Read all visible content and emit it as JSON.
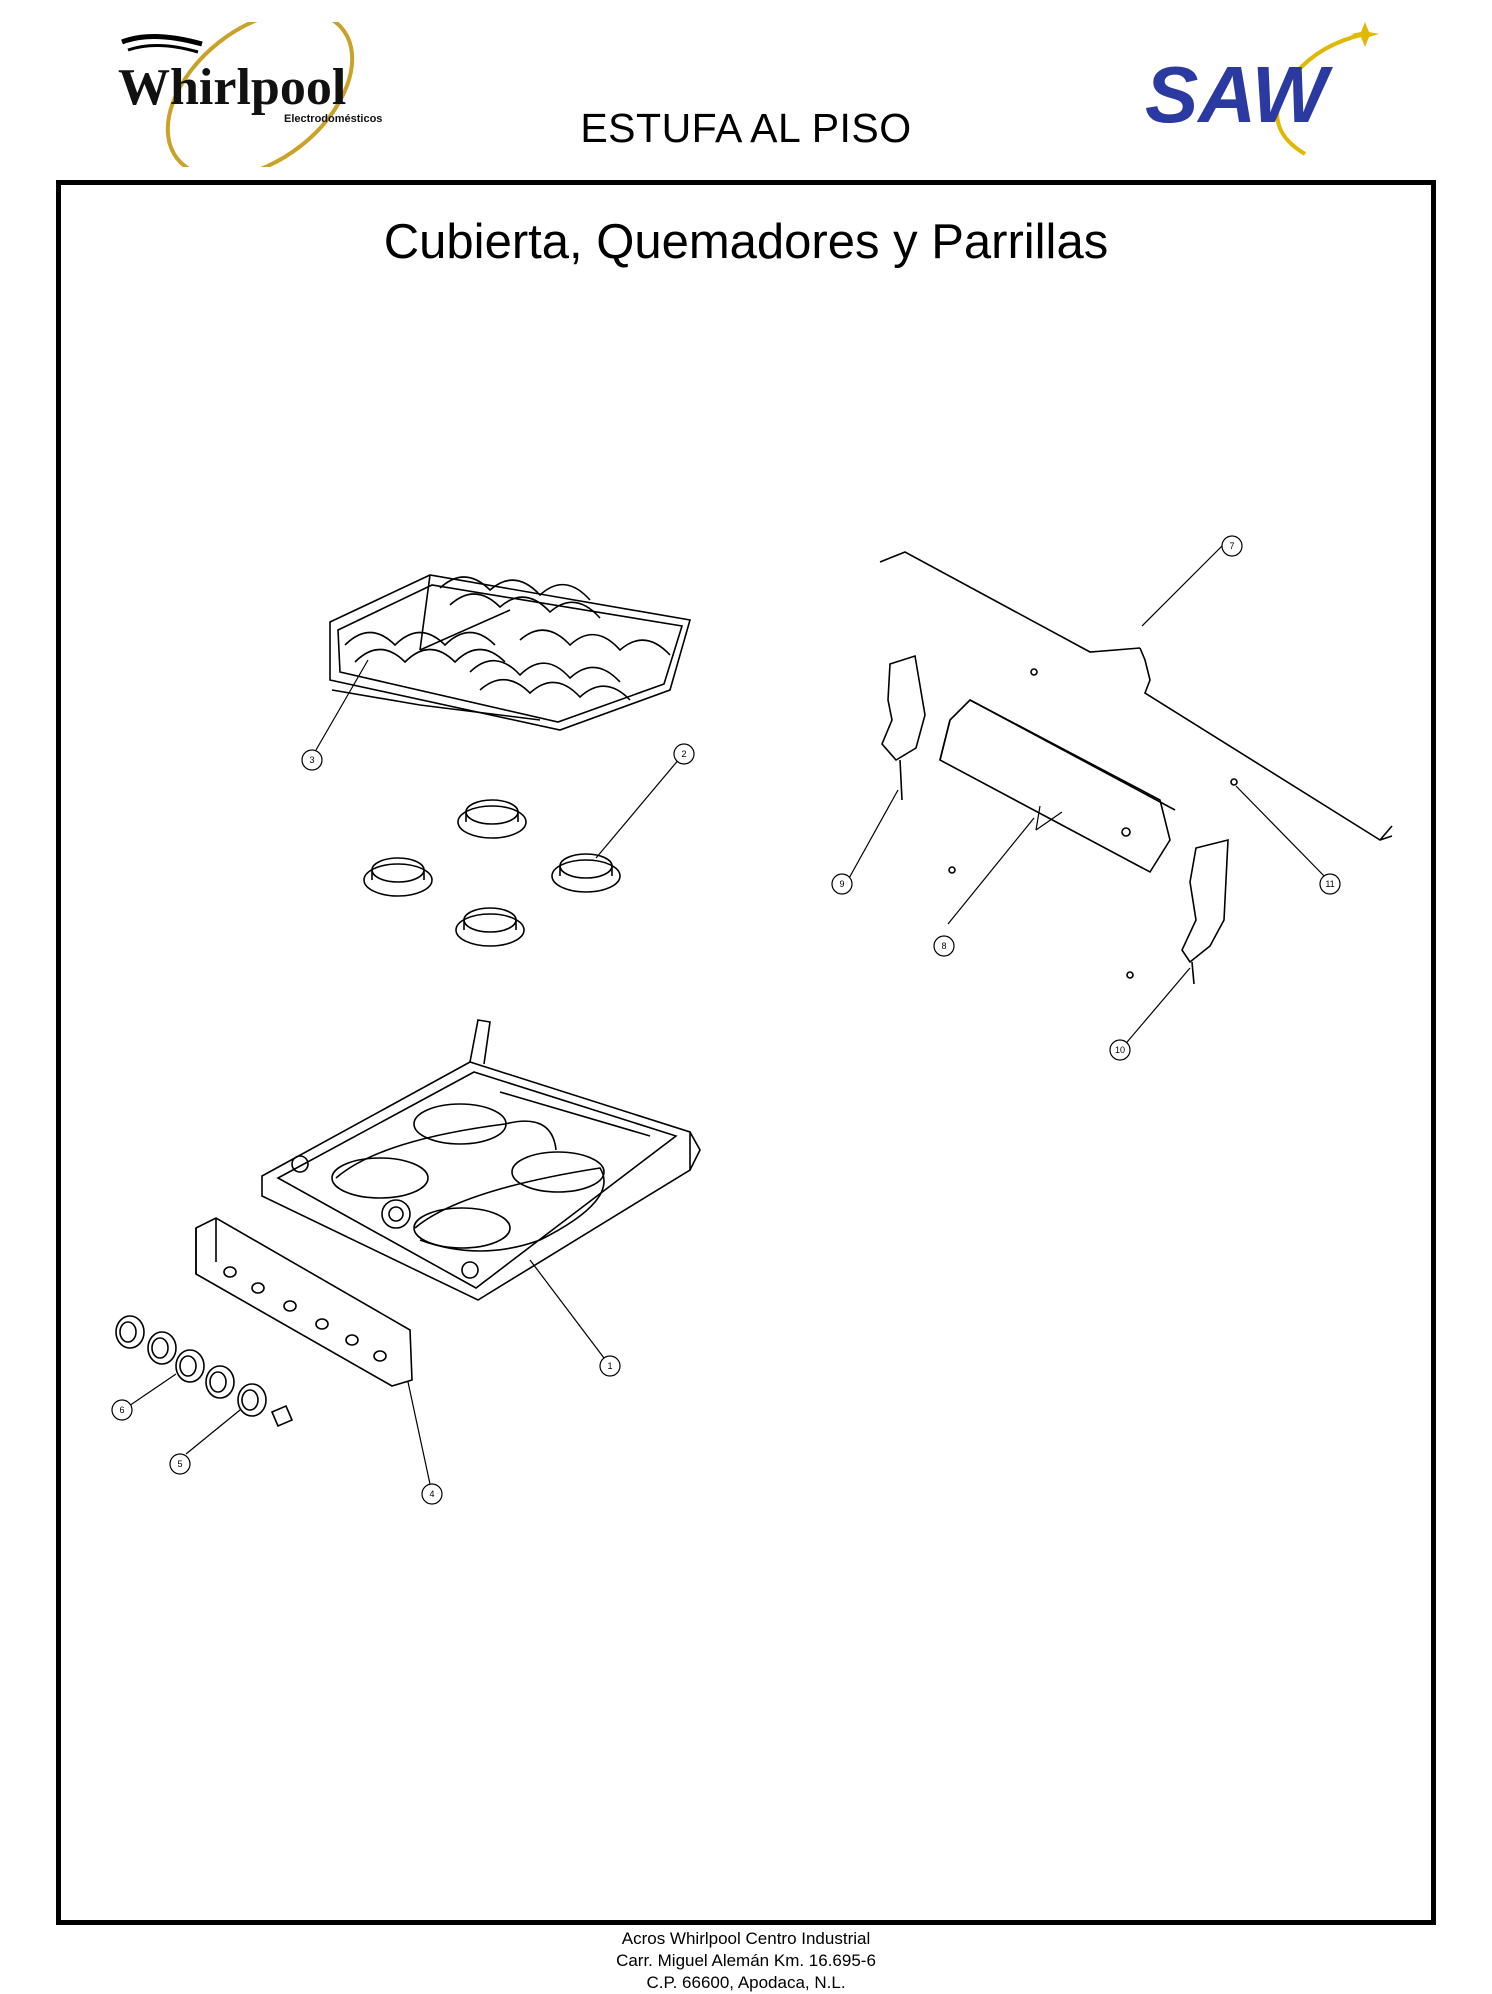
{
  "header": {
    "left_logo_text": "Whirlpool",
    "left_logo_sub": "Electrodomésticos",
    "right_logo_text": "SAW",
    "document_title": "ESTUFA AL PISO"
  },
  "section": {
    "title": "Cubierta, Quemadores y Parrillas"
  },
  "callouts": [
    "1",
    "2",
    "3",
    "4",
    "5",
    "6",
    "7",
    "8",
    "9",
    "10",
    "11"
  ],
  "footer": {
    "line1": "Acros Whirlpool Centro Industrial",
    "line2": "Carr. Miguel Alemán Km. 16.695-6",
    "line3": "C.P. 66600, Apodaca, N.L."
  },
  "colors": {
    "whirlpool_gold": "#c9a227",
    "saw_blue": "#2b3aa0",
    "saw_star": "#e0b800"
  }
}
